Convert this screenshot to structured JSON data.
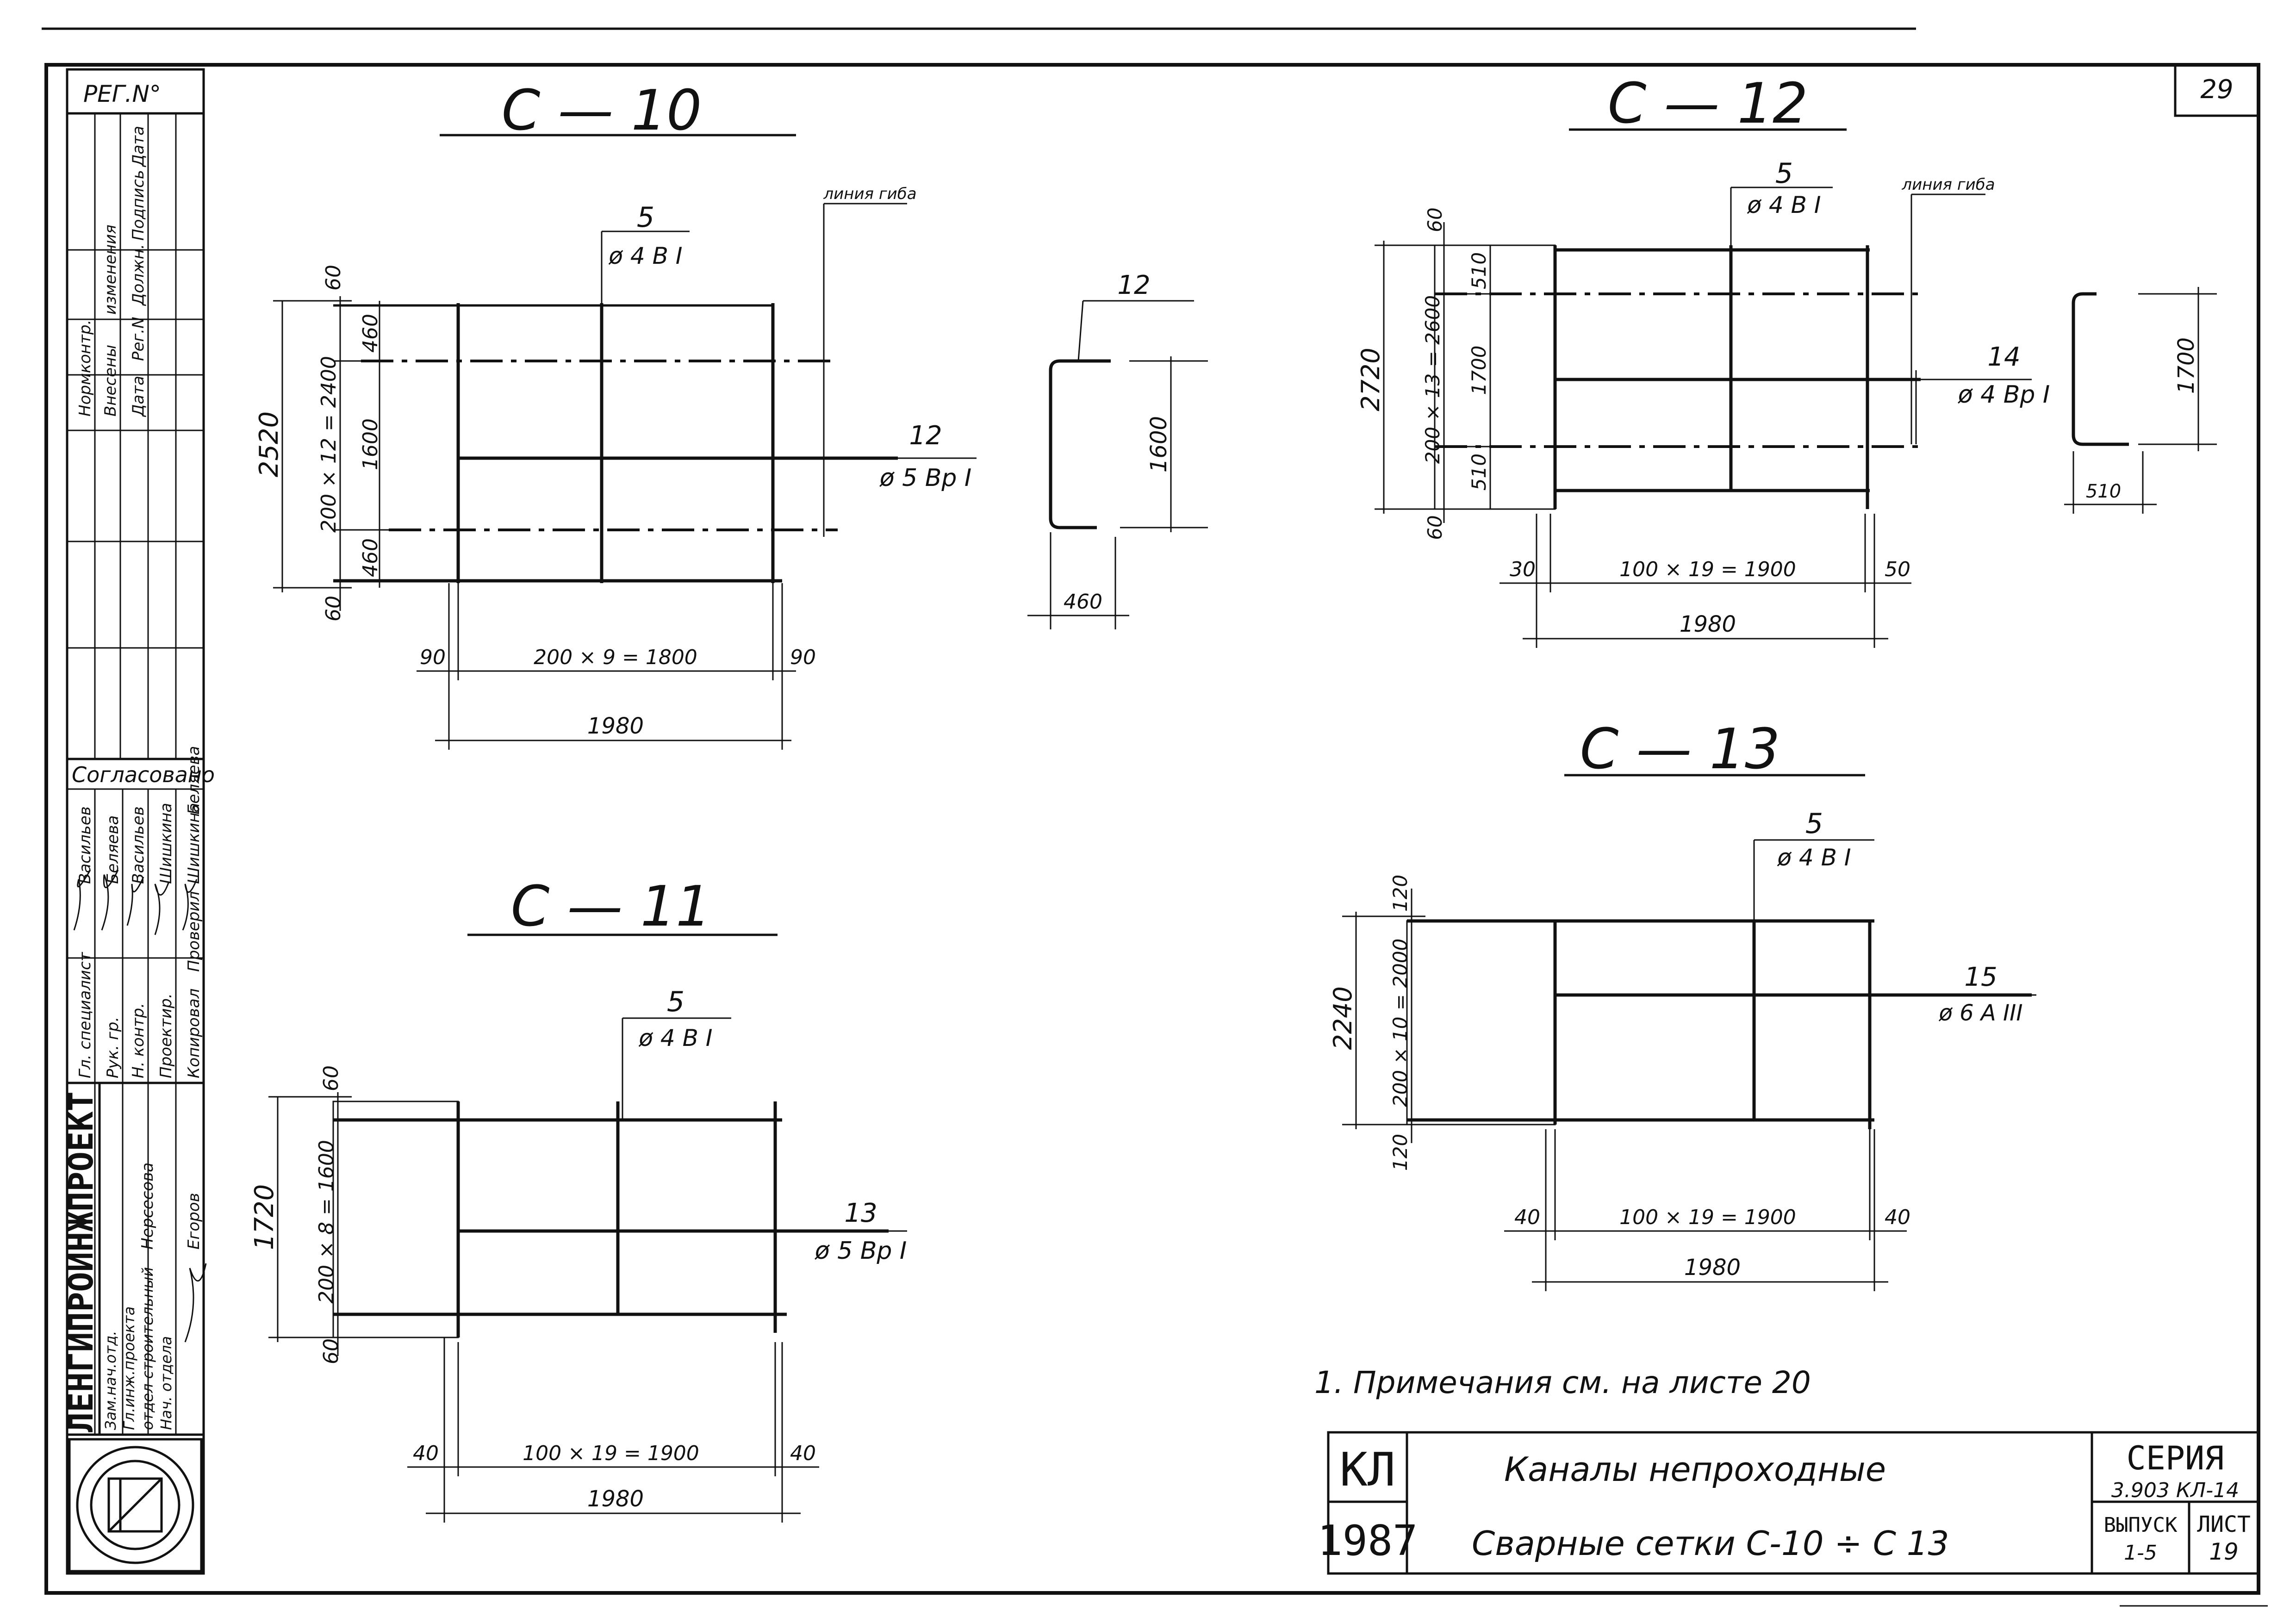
{
  "sheet": {
    "corner_number": "29",
    "reg_label": "РЕГ.N°"
  },
  "stamp": {
    "side_col_headers": [
      "Нормконтр.",
      "Внесены",
      "изменения",
      "Дата",
      "Рег.N",
      "Должн.",
      "Подпись",
      "Дата"
    ],
    "agreed_label": "Согласовано",
    "agreed_names": [
      "Васильев",
      "Беляева",
      "Васильев",
      "Шишкина",
      "Шишкина",
      "Беляева"
    ],
    "roles": [
      "Гл. специалист",
      "Рук. гр.",
      "Н. контр.",
      "Проектир.",
      "Копировал",
      "Проверил"
    ],
    "org_name": "ЛЕНГИПРОИНЖПРОЕКТ",
    "dept_lines": [
      "Зам.нач.отд.",
      "Гл.инж.проекта",
      "отдел строительный",
      "Нач. отдела"
    ],
    "dept_names": [
      "Нерсесова",
      "Егоров"
    ]
  },
  "drawings": {
    "c10": {
      "title": "С — 10",
      "callout_top": "5",
      "callout_top_spec": "ø 4 В I",
      "callout_right": "12",
      "callout_right_spec": "ø 5 Вр I",
      "axis_line_label": "линия гиба",
      "dims_left": [
        "60",
        "460",
        "1600",
        "460",
        "60"
      ],
      "dim_total_v": "2520",
      "dim_pitch_v": "200 × 12 = 2400",
      "dims_bottom": [
        "90",
        "200 × 9 = 1800",
        "90"
      ],
      "dim_total_h": "1980",
      "bend_label": "12",
      "bend_h": "1600",
      "bend_w": "460"
    },
    "c11": {
      "title": "С — 11",
      "callout_top": "5",
      "callout_top_spec": "ø 4 В I",
      "callout_right": "13",
      "callout_right_spec": "ø 5 Вр I",
      "dims_left": [
        "60",
        "60"
      ],
      "dim_total_v": "1720",
      "dim_pitch_v": "200 × 8 = 1600",
      "dims_bottom": [
        "40",
        "100 × 19 = 1900",
        "40"
      ],
      "dim_total_h": "1980"
    },
    "c12": {
      "title": "С — 12",
      "callout_top": "5",
      "callout_top_spec": "ø 4 В I",
      "callout_right": "14",
      "callout_right_spec": "ø 4 Вр I",
      "axis_line_label": "линия гиба",
      "dims_left": [
        "60",
        "510",
        "1700",
        "510",
        "60"
      ],
      "dim_total_v": "2720",
      "dim_pitch_v": "200 × 13 = 2600",
      "dims_bottom": [
        "30",
        "100 × 19 = 1900",
        "50"
      ],
      "dim_total_h": "1980",
      "bend_h": "1700",
      "bend_w": "510"
    },
    "c13": {
      "title": "С — 13",
      "callout_top": "5",
      "callout_top_spec": "ø 4 В I",
      "callout_right": "15",
      "callout_right_spec": "ø 6 А III",
      "dims_left": [
        "120",
        "120"
      ],
      "dim_total_v": "2240",
      "dim_pitch_v": "200 × 10 = 2000",
      "dims_bottom": [
        "40",
        "100 × 19 = 1900",
        "40"
      ],
      "dim_total_h": "1980"
    }
  },
  "note": "1. Примечания   см.   на листе   20",
  "title_block": {
    "code": "КЛ",
    "year": "1987",
    "title_line1": "Каналы   непроходные",
    "title_line2": "Сварные   сетки   С-10 ÷ С 13",
    "series_label": "СЕРИЯ",
    "series_value": "3.903  КЛ-14",
    "issue_label": "ВЫПУСК",
    "issue_value": "1-5",
    "sheet_label": "ЛИСТ",
    "sheet_value": "19"
  }
}
